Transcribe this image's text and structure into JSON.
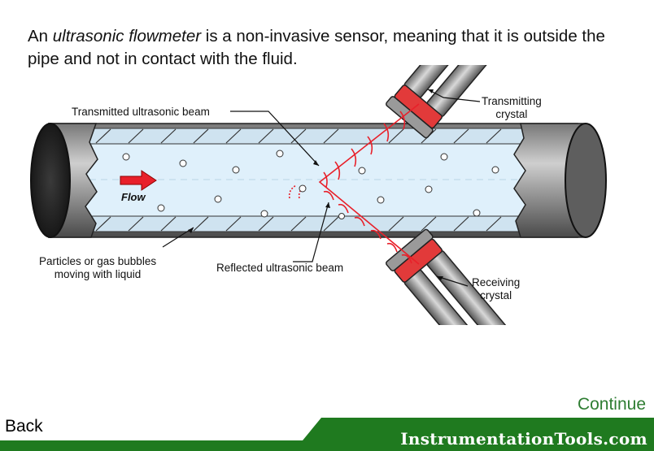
{
  "intro": {
    "prefix": "An ",
    "emphasis": "ultrasonic flowmeter",
    "suffix": " is a non-invasive sensor, meaning that it is outside the pipe and not in contact with the fluid."
  },
  "diagram": {
    "labels": {
      "transmitted_beam": "Transmitted ultrasonic beam",
      "transmitting_crystal": [
        "Transmitting",
        "crystal"
      ],
      "particles": [
        "Particles or gas bubbles",
        "moving with liquid"
      ],
      "reflected_beam": "Reflected ultrasonic beam",
      "receiving_crystal": [
        "Receiving",
        "crystal"
      ],
      "flow": "Flow"
    },
    "colors": {
      "liquid": "#dff0fb",
      "pipe_wall": "#cfe3f0",
      "beam": "#e8202a",
      "crystal": "#e23a3a",
      "flow_arrow": "#e8202a",
      "brand_green": "#1f7a1f"
    }
  },
  "nav": {
    "continue_label": "Continue",
    "back_label": "Back"
  },
  "footer": {
    "brand": "InstrumentationTools.com"
  }
}
